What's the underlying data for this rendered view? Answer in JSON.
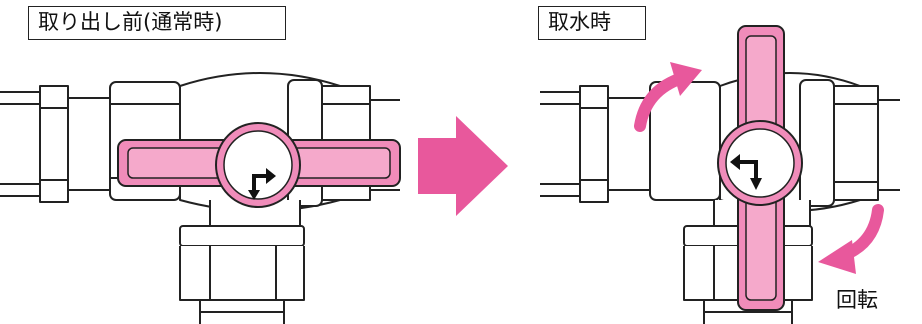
{
  "labels": {
    "before": "取り出し前(通常時)",
    "after": "取水時",
    "rotation": "回転"
  },
  "colors": {
    "handle_fill": "#f08cba",
    "handle_inner": "#f5a9cb",
    "arrow": "#e8589c",
    "outline": "#222222"
  },
  "icons": [
    "valve-diagram",
    "handle",
    "flow-direction-icon",
    "transition-arrow-icon",
    "rotation-arrow-icon"
  ]
}
